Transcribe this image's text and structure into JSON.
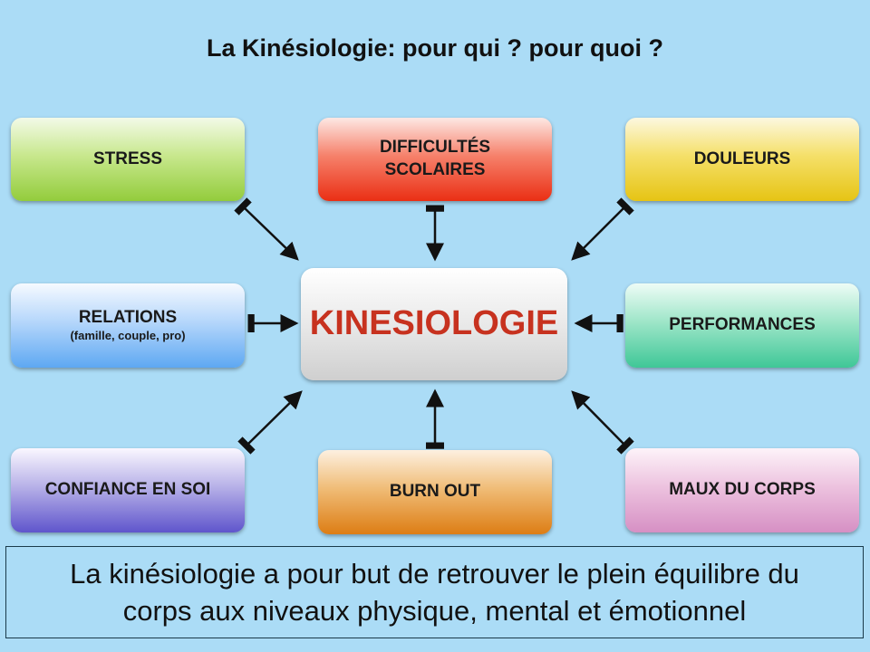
{
  "title": "La Kinésiologie: pour qui ? pour quoi ?",
  "center": "KINESIOLOGIE",
  "nodes": {
    "stress": "STRESS",
    "difficultes_line1": "DIFFICULTÉS",
    "difficultes_line2": "SCOLAIRES",
    "douleurs": "DOULEURS",
    "relations": "RELATIONS",
    "relations_sub": "(famille, couple, pro)",
    "performances": "PERFORMANCES",
    "confiance": "CONFIANCE EN SOI",
    "burn_out": "BURN OUT",
    "maux": "MAUX DU CORPS"
  },
  "footer": {
    "line1": "La kinésiologie a pour but de retrouver le plein équilibre du",
    "line2": "corps aux niveaux physique, mental et émotionnel"
  },
  "colors": {
    "background": "#abdcf6",
    "center_text": "#c7321f"
  }
}
